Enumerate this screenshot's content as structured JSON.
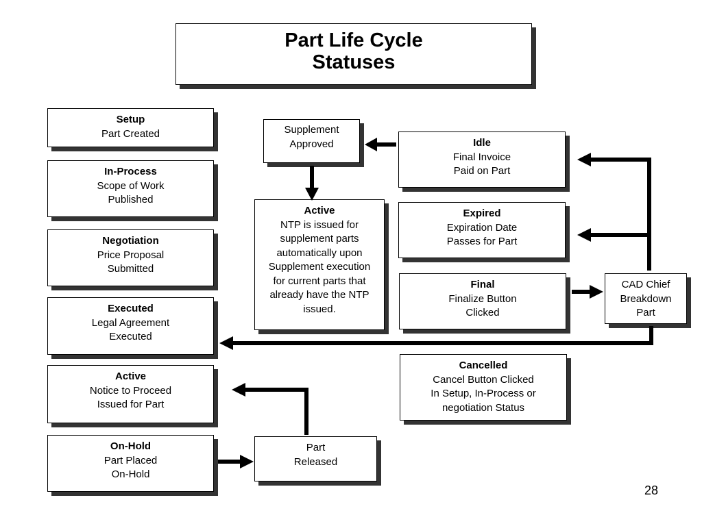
{
  "title": {
    "line1": "Part Life Cycle",
    "line2": "Statuses"
  },
  "page_number": "28",
  "left_statuses": {
    "setup": {
      "name": "Setup",
      "desc": "Part Created"
    },
    "in_process": {
      "name": "In-Process",
      "desc": "Scope of Work\nPublished"
    },
    "negotiation": {
      "name": "Negotiation",
      "desc": "Price Proposal\nSubmitted"
    },
    "executed": {
      "name": "Executed",
      "desc": "Legal Agreement\nExecuted"
    },
    "active": {
      "name": "Active",
      "desc": "Notice to Proceed\nIssued for Part"
    },
    "on_hold": {
      "name": "On-Hold",
      "desc": "Part Placed\nOn-Hold"
    }
  },
  "supplement_approved": {
    "text": "Supplement\nApproved"
  },
  "active_supplement": {
    "name": "Active",
    "desc": "NTP is issued for\nsupplement parts\nautomatically upon\nSupplement execution\nfor current parts that\nalready have the NTP\nissued."
  },
  "part_released": {
    "text": "Part\nReleased"
  },
  "right_statuses": {
    "idle": {
      "name": "Idle",
      "desc": "Final Invoice\nPaid on Part"
    },
    "expired": {
      "name": "Expired",
      "desc": "Expiration Date\nPasses for Part"
    },
    "final": {
      "name": "Final",
      "desc": "Finalize Button\nClicked"
    },
    "cancelled": {
      "name": "Cancelled",
      "desc": "Cancel Button Clicked\nIn Setup, In-Process or\nnegotiation Status"
    }
  },
  "cad_chief": {
    "text": "CAD Chief\nBreakdown\nPart"
  }
}
